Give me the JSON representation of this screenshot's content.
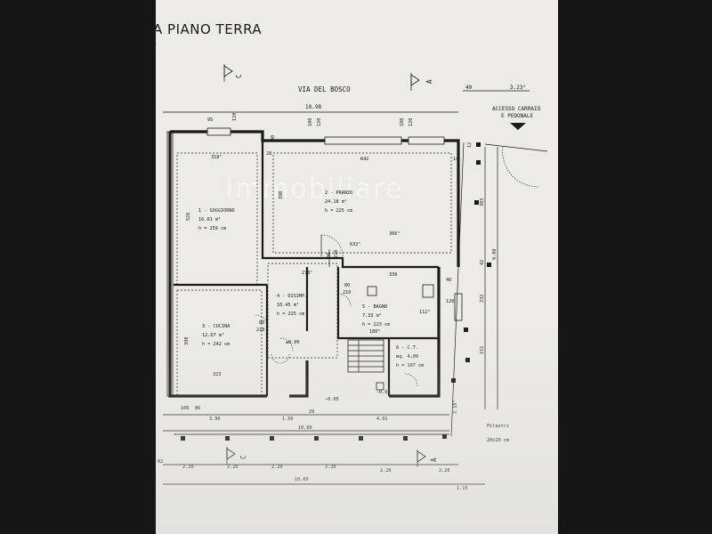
{
  "title": "A PIANO TERRA",
  "watermark": "Immobiliare",
  "street": "VIA DEL BOSCO",
  "access": [
    "ACCESSO CARRAIO",
    "E PEDONALE"
  ],
  "sections": {
    "a": "A",
    "c": "C"
  },
  "rooms": [
    {
      "id": "soggiorno",
      "lines": [
        "1 - SOGGIORNO",
        "16.81 m²",
        "h = 259 cm"
      ]
    },
    {
      "id": "pranzo",
      "lines": [
        "2 - PRANZO",
        "24.18 m²",
        "h = 225 cm"
      ]
    },
    {
      "id": "cucina",
      "lines": [
        "3 - CUCINA",
        "12.67 m²",
        "h = 242 cm"
      ]
    },
    {
      "id": "disimp",
      "lines": [
        "4 - DISIMP.",
        "10.45 m²",
        "h = 225 cm"
      ]
    },
    {
      "id": "bagno",
      "lines": [
        "5 - BAGNO",
        "7.33 m²",
        "h = 223 cm"
      ]
    },
    {
      "id": "ct",
      "lines": [
        "6 - C.T.",
        "mq. 4,09",
        "h = 197 cm"
      ]
    }
  ],
  "dims": {
    "top_total": "10.98",
    "top_40": "40",
    "top_323": "3.23⁵",
    "w95": "95",
    "w120a": "120",
    "w100a": "100",
    "w120b": "120",
    "w100b": "100",
    "w120c": "120",
    "w642": "642",
    "w3185": "318⁵",
    "w28": "28",
    "w14": "14",
    "w12": "12",
    "d526": "526",
    "d390": "390",
    "d3665": "366⁵",
    "d6325": "632⁵",
    "d2705": "270⁵",
    "d80a": "80",
    "d210a": "210",
    "d339": "339",
    "d80b": "80",
    "d210b": "210",
    "d80c": "80",
    "d210c": "210",
    "d1125": "112⁵",
    "d1805": "180⁵",
    "d323": "323",
    "d398": "398",
    "d383": "383",
    "d232": "232",
    "d151": "151",
    "d900": "9.00",
    "d42": "42",
    "d215": "2.15⁵",
    "d40": "40",
    "d120": "120",
    "pm000": "±0.00",
    "m005": "−0.05",
    "m001": "−0.01",
    "b390": "3.90",
    "b150": "1.50",
    "b29": "29",
    "b491": "4.91",
    "b1060a": "10.60",
    "b82": "82",
    "b220": "2.20",
    "b1060b": "10.60",
    "b115": "1.15",
    "b100": "100",
    "b86": "86"
  },
  "pilastri": [
    "Pilastri",
    "20x20 cm"
  ]
}
